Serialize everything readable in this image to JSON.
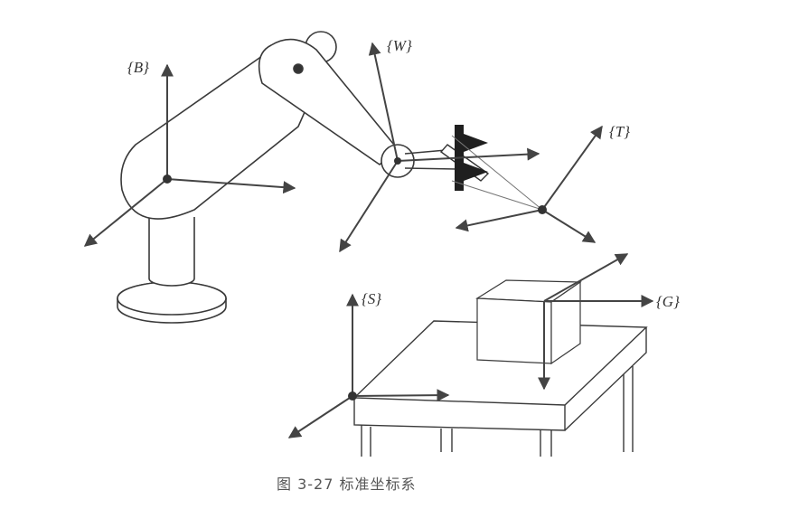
{
  "figure": {
    "caption": "图 3-27   标准坐标系",
    "frames": {
      "base": "{B}",
      "wrist": "{W}",
      "tool": "{T}",
      "station": "{S}",
      "goal": "{G}"
    },
    "colors": {
      "line": "#3a3a3a",
      "axis": "#444444",
      "gripper": "#1f1f1f",
      "background": "#ffffff"
    }
  }
}
